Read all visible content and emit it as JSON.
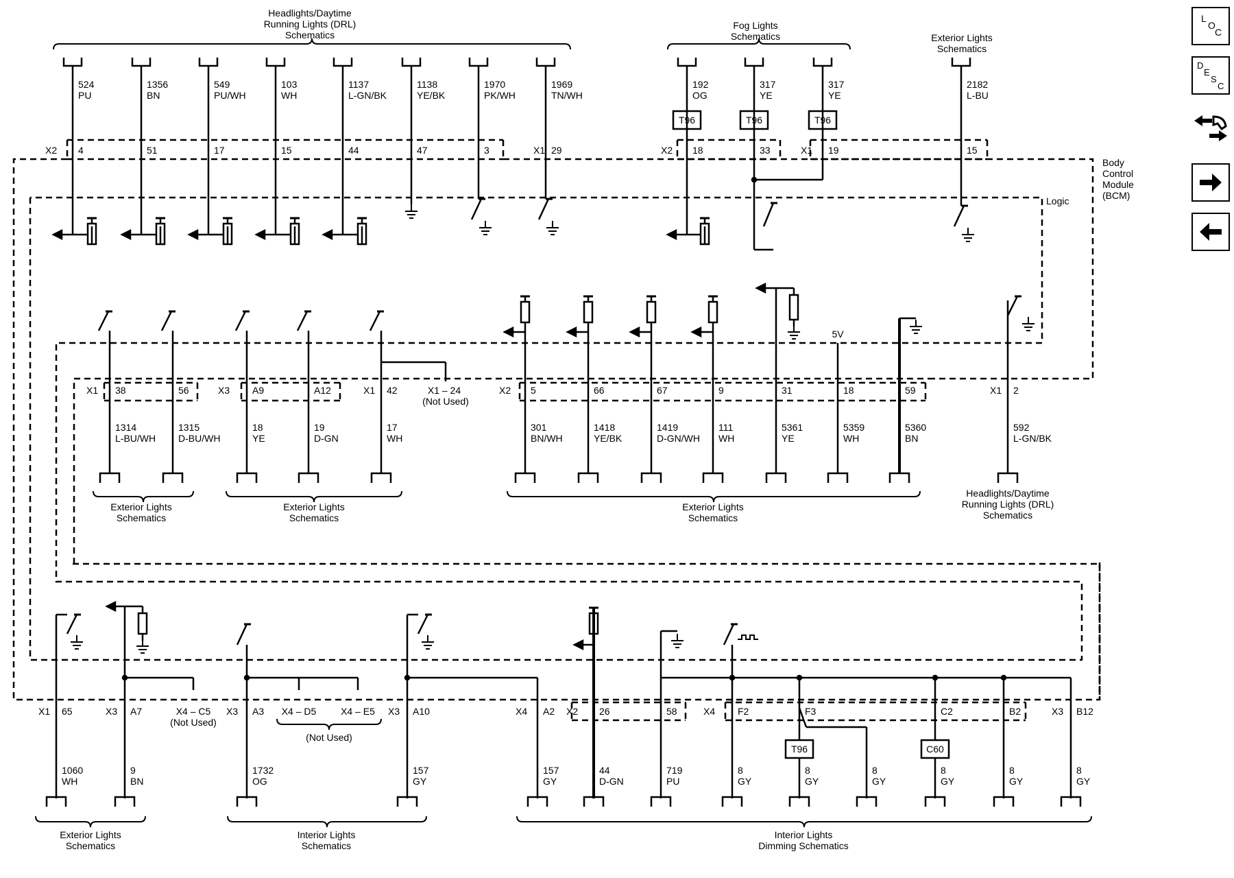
{
  "sources": {
    "drl_top": [
      "Headlights/Daytime",
      "Running Lights (DRL)",
      "Schematics"
    ],
    "fog": [
      "Fog Lights",
      "Schematics"
    ],
    "ext_top": [
      "Exterior Lights",
      "Schematics"
    ],
    "drl_mid": [
      "Headlights/Daytime",
      "Running Lights (DRL)",
      "Schematics"
    ],
    "ext_mid": [
      "Exterior Lights",
      "Schematics"
    ],
    "int": [
      "Interior Lights",
      "Schematics"
    ],
    "int_dim": [
      "Interior Lights",
      "Dimming Schematics"
    ]
  },
  "module": {
    "name": [
      "Body",
      "Control",
      "Module",
      "(BCM)"
    ],
    "logic_label": "Logic",
    "voltage_label": "5V",
    "not_used": "(Not Used)"
  },
  "labels": {
    "top_connectors": [
      "X2",
      "X1",
      "X2",
      "X1"
    ],
    "mid_connectors": [
      "X1",
      "X3",
      "X1",
      "X2",
      "X1"
    ],
    "mid_unused_pin": "X1 – 24",
    "bot_connectors": [
      "X1",
      "X3",
      "X3",
      "X3",
      "X4",
      "X2",
      "X4",
      "X3"
    ],
    "bot_unused_pins": [
      "X4 – C5",
      "X4 – D5",
      "X4 – E5"
    ]
  },
  "components": {
    "t96": "T96",
    "c60": "C60"
  },
  "top_wires": [
    {
      "pin": "4",
      "circuit": "524",
      "color": "PU"
    },
    {
      "pin": "51",
      "circuit": "1356",
      "color": "BN"
    },
    {
      "pin": "17",
      "circuit": "549",
      "color": "PU/WH"
    },
    {
      "pin": "15",
      "circuit": "103",
      "color": "WH"
    },
    {
      "pin": "44",
      "circuit": "1137",
      "color": "L-GN/BK"
    },
    {
      "pin": "47",
      "circuit": "1138",
      "color": "YE/BK"
    },
    {
      "pin": "3",
      "circuit": "1970",
      "color": "PK/WH"
    },
    {
      "pin": "29",
      "circuit": "1969",
      "color": "TN/WH"
    },
    {
      "pin": "18",
      "circuit": "192",
      "color": "OG"
    },
    {
      "pin": "33",
      "circuit": "317",
      "color": "YE"
    },
    {
      "pin": "19",
      "circuit": "317",
      "color": "YE"
    },
    {
      "pin": "15",
      "circuit": "2182",
      "color": "L-BU"
    }
  ],
  "mid_wires": [
    {
      "pin": "38",
      "circuit": "1314",
      "color": "L-BU/WH"
    },
    {
      "pin": "56",
      "circuit": "1315",
      "color": "D-BU/WH"
    },
    {
      "pin": "A9",
      "circuit": "18",
      "color": "YE"
    },
    {
      "pin": "A12",
      "circuit": "19",
      "color": "D-GN"
    },
    {
      "pin": "42",
      "circuit": "17",
      "color": "WH"
    },
    {
      "pin": "5",
      "circuit": "301",
      "color": "BN/WH"
    },
    {
      "pin": "66",
      "circuit": "1418",
      "color": "YE/BK"
    },
    {
      "pin": "67",
      "circuit": "1419",
      "color": "D-GN/WH"
    },
    {
      "pin": "9",
      "circuit": "111",
      "color": "WH"
    },
    {
      "pin": "31",
      "circuit": "5361",
      "color": "YE"
    },
    {
      "pin": "18",
      "circuit": "5359",
      "color": "WH"
    },
    {
      "pin": "59",
      "circuit": "5360",
      "color": "BN"
    },
    {
      "pin": "2",
      "circuit": "592",
      "color": "L-GN/BK"
    }
  ],
  "bot_wires": [
    {
      "pin": "65",
      "circuit": "1060",
      "color": "WH"
    },
    {
      "pin": "A7",
      "circuit": "9",
      "color": "BN"
    },
    {
      "pin": "A3",
      "circuit": "1732",
      "color": "OG"
    },
    {
      "pin": "A10",
      "circuit": "157",
      "color": "GY"
    },
    {
      "pin": "A2",
      "circuit": "157",
      "color": "GY"
    },
    {
      "pin": "26",
      "circuit": "44",
      "color": "D-GN"
    },
    {
      "pin": "58",
      "circuit": "719",
      "color": "PU"
    },
    {
      "pin": "F2",
      "circuit": "8",
      "color": "GY"
    },
    {
      "pin": "F3",
      "circuit": "8",
      "color": "GY"
    },
    {
      "pin": "",
      "circuit": "8",
      "color": "GY"
    },
    {
      "pin": "C2",
      "circuit": "8",
      "color": "GY"
    },
    {
      "pin": "B2",
      "circuit": "8",
      "color": "GY"
    },
    {
      "pin": "B12",
      "circuit": "8",
      "color": "GY"
    }
  ],
  "nav": {
    "loc": [
      "L",
      "O",
      "C"
    ],
    "desc": [
      "D",
      "E",
      "S",
      "C"
    ],
    "icons": [
      "connector-view-icon",
      "arrow-right-icon",
      "arrow-left-icon"
    ]
  }
}
